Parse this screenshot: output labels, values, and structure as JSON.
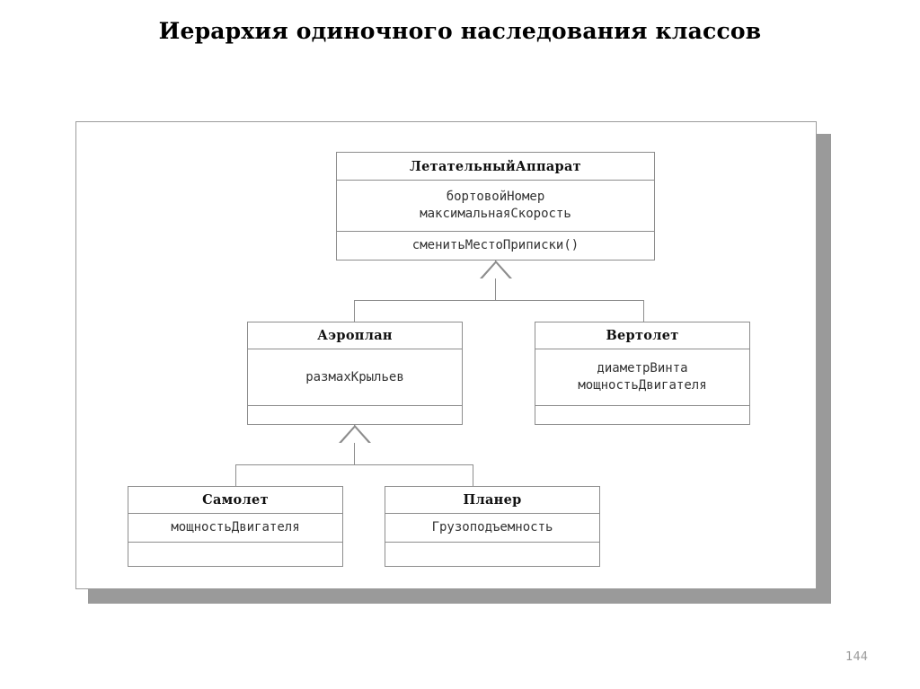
{
  "slide": {
    "title": "Иерархия одиночного наследования классов",
    "page_number": "144"
  },
  "diagram": {
    "type": "uml-class-diagram",
    "colors": {
      "line": "#8d8d8d",
      "panel_border": "#9b9b9b",
      "shadow": "#9a9a9a",
      "text": "#111111",
      "page_number": "#9a9a9a"
    },
    "classes": [
      {
        "id": "letatelnyi-apparat",
        "name": "ЛетательныйАппарат",
        "attributes": "бортовойНомер\nмаксимальнаяСкорость",
        "operations": "сменитьМестоПриписки()"
      },
      {
        "id": "aeroplan",
        "name": "Аэроплан",
        "attributes": "размахКрыльев",
        "operations": ""
      },
      {
        "id": "vertolet",
        "name": "Вертолет",
        "attributes": "диаметрВинта\nмощностьДвигателя",
        "operations": ""
      },
      {
        "id": "samolet",
        "name": "Самолет",
        "attributes": "мощностьДвигателя",
        "operations": ""
      },
      {
        "id": "planer",
        "name": "Планер",
        "attributes": "Грузоподъемность",
        "operations": ""
      }
    ],
    "generalizations": [
      {
        "child": "Аэроплан",
        "parent": "ЛетательныйАппарат"
      },
      {
        "child": "Вертолет",
        "parent": "ЛетательныйАппарат"
      },
      {
        "child": "Самолет",
        "parent": "Аэроплан"
      },
      {
        "child": "Планер",
        "parent": "Аэроплан"
      }
    ]
  }
}
